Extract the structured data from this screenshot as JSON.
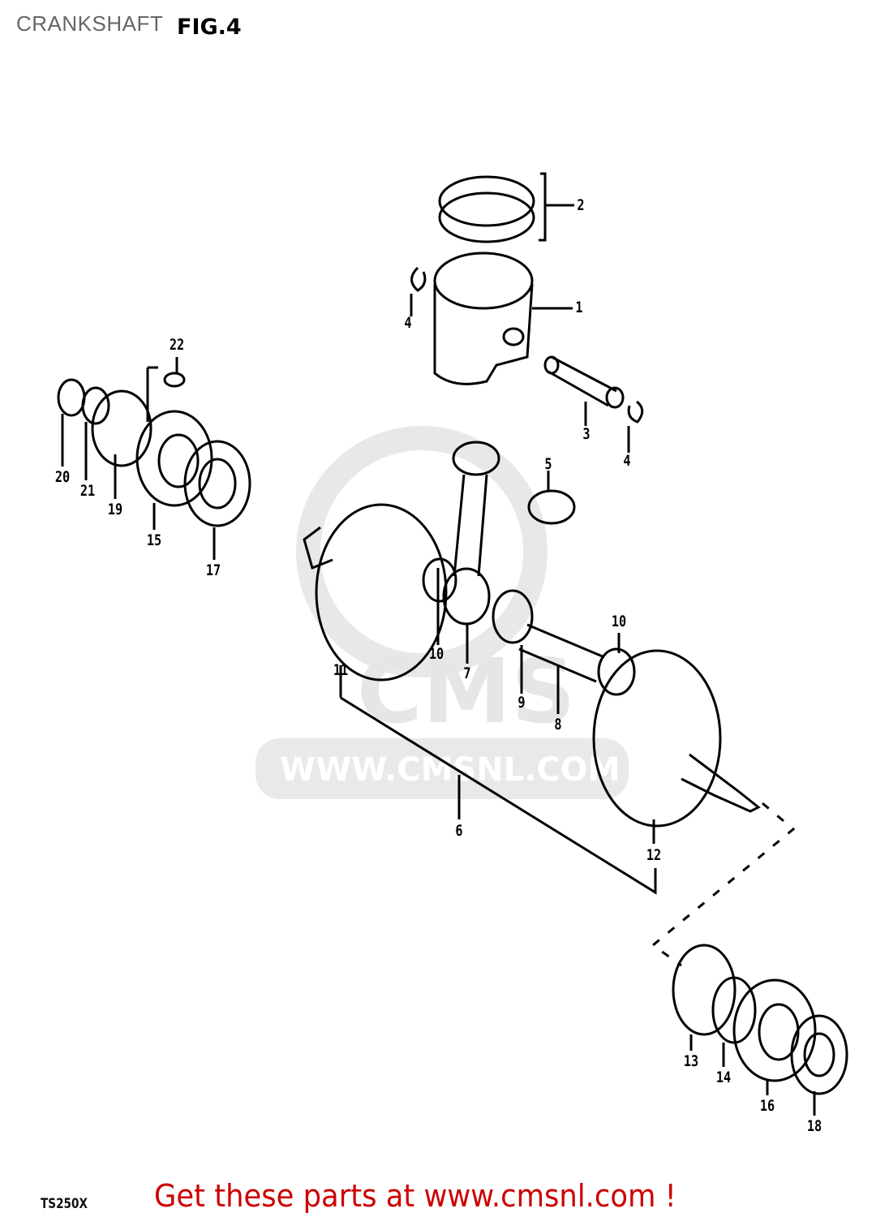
{
  "header": {
    "title": "CRANKSHAFT",
    "figure": "FIG.4"
  },
  "footer": {
    "model": "TS250X",
    "ad_text": "Get these parts at www.cmsnl.com !"
  },
  "watermark": {
    "logo": "CMS",
    "url": "WWW.CMSNL.COM"
  },
  "callouts": [
    "2",
    "1",
    "4",
    "3",
    "4",
    "22",
    "20",
    "21",
    "19",
    "15",
    "17",
    "5",
    "10",
    "7",
    "11",
    "9",
    "8",
    "10",
    "6",
    "12",
    "13",
    "14",
    "16",
    "18"
  ],
  "colors": {
    "ad": "#cc0000",
    "title": "#666666",
    "watermark": "#e6e6e6"
  }
}
